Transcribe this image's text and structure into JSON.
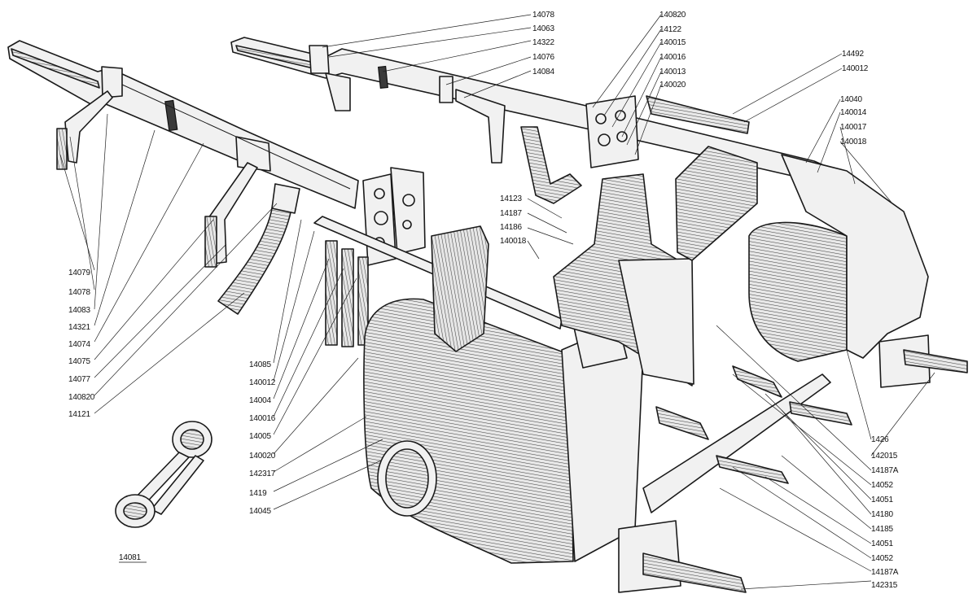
{
  "labels_top": [
    "14078",
    "14063",
    "14322",
    "14076",
    "14084"
  ],
  "labels_top_center": [
    "140820",
    "14122",
    "140015",
    "140016",
    "140013",
    "140020"
  ],
  "labels_top_right": [
    "14492",
    "140012"
  ],
  "labels_right_upper": [
    "14040",
    "140014",
    "140017",
    "140018"
  ],
  "labels_left": [
    "14079",
    "14078",
    "14083",
    "14321",
    "14074",
    "14075",
    "14077",
    "140820",
    "14121"
  ],
  "labels_center_left": [
    "14085",
    "140012",
    "14004",
    "140016",
    "14005",
    "140020",
    "142317",
    "1419",
    "14045"
  ],
  "labels_middle": [
    "14123",
    "14187",
    "14186",
    "140018"
  ],
  "labels_right_lower": [
    "1426",
    "142015",
    "14187A",
    "14052",
    "14051",
    "14180",
    "14185",
    "14051",
    "14052",
    "14187A",
    "142315"
  ],
  "label_separate": "14081"
}
